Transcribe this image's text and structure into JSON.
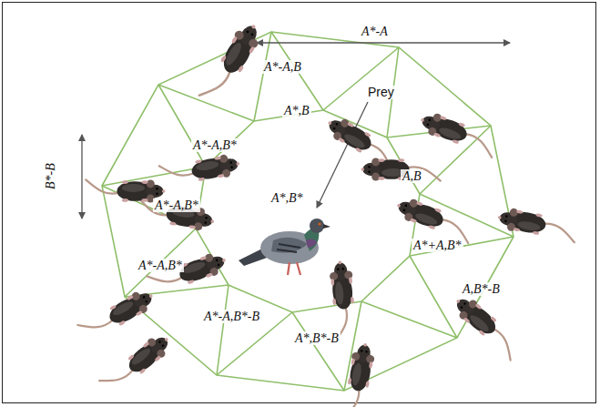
{
  "diagram": {
    "labels": [
      "A*-A",
      "B*-B",
      "Prey",
      "A*-A,B",
      "A*,B",
      "A*-A,B*",
      "A*-A,B*",
      "A*-A,B*",
      "A,B",
      "A*+A,B*",
      "A,B*-B",
      "A*-A,B*-B",
      "A*,B*-B",
      "A*,B*"
    ]
  }
}
